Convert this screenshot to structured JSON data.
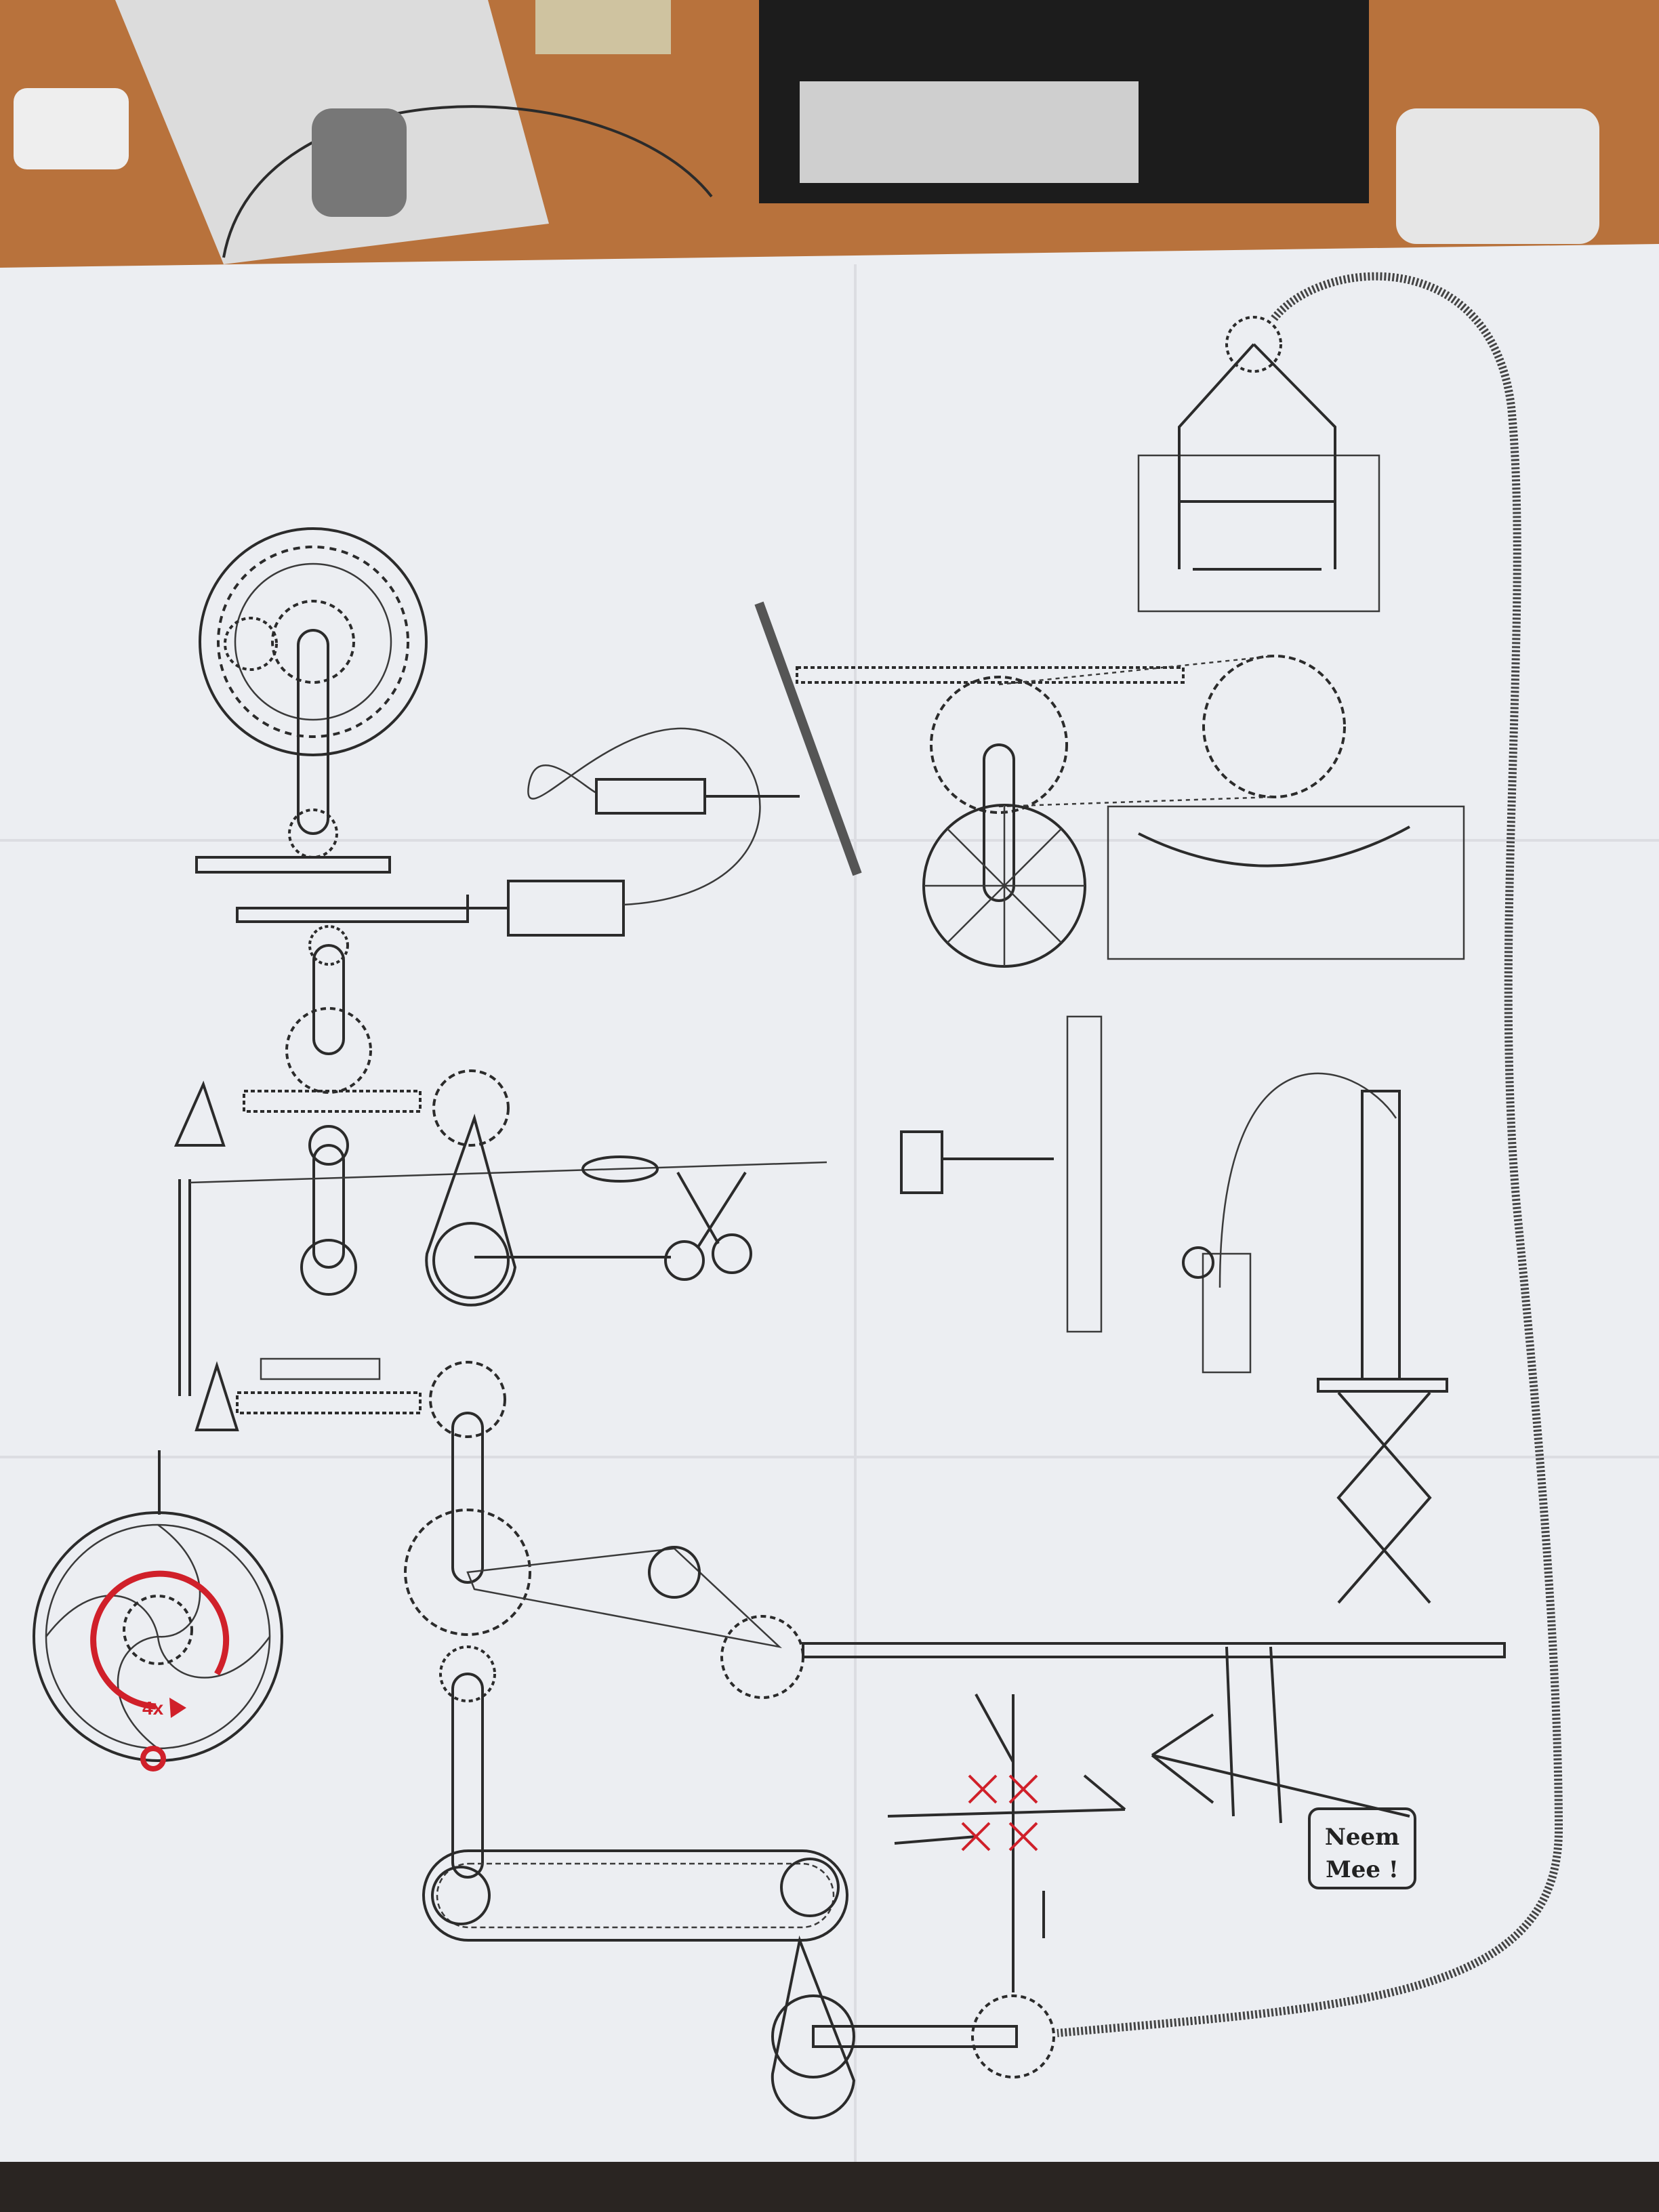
{
  "poster": {
    "sign_line1": "Neem",
    "sign_line2": "Mee !",
    "rotation_label": "4x"
  },
  "colors": {
    "desk": "#b8723c",
    "paper": "#eceef2",
    "ink": "#2b2b2b",
    "annotation_red": "#d0202a"
  }
}
